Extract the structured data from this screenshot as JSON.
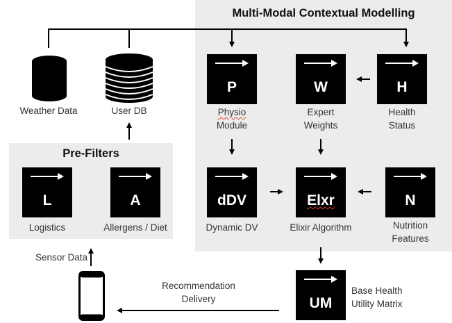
{
  "modelling": {
    "title": "Multi-Modal Contextual Modelling"
  },
  "prefilters": {
    "title": "Pre-Filters"
  },
  "nodes": {
    "P": {
      "letter": "P",
      "label_line1": "Physio",
      "label_line2": "Module"
    },
    "W": {
      "letter": "W",
      "label_line1": "Expert",
      "label_line2": "Weights"
    },
    "H": {
      "letter": "H",
      "label_line1": "Health",
      "label_line2": "Status"
    },
    "dDV": {
      "letter": "dDV",
      "label_line1": "Dynamic DV"
    },
    "Elxr": {
      "letter": "Elxr",
      "label_line1": "Elixir Algorithm"
    },
    "N": {
      "letter": "N",
      "label_line1": "Nutrition",
      "label_line2": "Features"
    },
    "L": {
      "letter": "L",
      "label_line1": "Logistics"
    },
    "A": {
      "letter": "A",
      "label_line1": "Allergens / Diet"
    },
    "UM": {
      "letter": "UM",
      "label_line1": "Base Health",
      "label_line2": "Utility Matrix"
    }
  },
  "databases": {
    "weather": {
      "label": "Weather Data",
      "icon": "database-icon"
    },
    "user": {
      "label": "User DB",
      "icon": "database-stack-icon"
    }
  },
  "phone": {
    "icon": "smartphone-icon"
  },
  "edges": {
    "sensor_data": "Sensor Data",
    "recommendation_line1": "Recommendation",
    "recommendation_line2": "Delivery"
  }
}
